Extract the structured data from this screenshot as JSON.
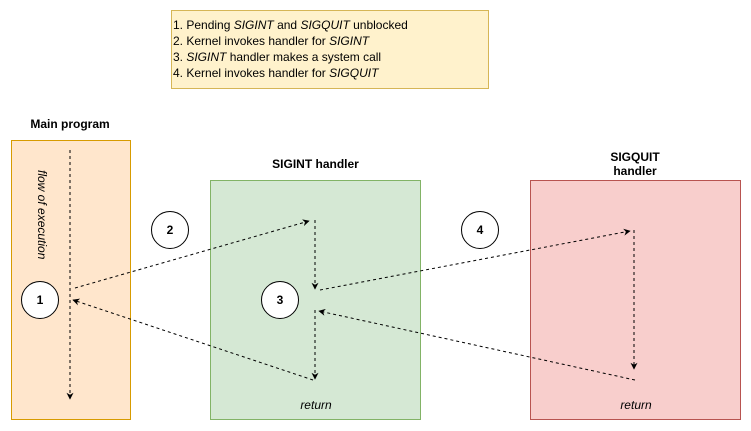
{
  "legend": {
    "lines": [
      [
        {
          "t": "1. Pending ",
          "i": false
        },
        {
          "t": "SIGINT",
          "i": true
        },
        {
          "t": " and ",
          "i": false
        },
        {
          "t": "SIGQUIT",
          "i": true
        },
        {
          "t": " unblocked",
          "i": false
        }
      ],
      [
        {
          "t": "2. Kernel invokes handler for ",
          "i": false
        },
        {
          "t": "SIGINT",
          "i": true
        }
      ],
      [
        {
          "t": "3. ",
          "i": false
        },
        {
          "t": "SIGINT",
          "i": true
        },
        {
          "t": " handler makes a system call",
          "i": false
        }
      ],
      [
        {
          "t": "4. Kernel invokes handler for ",
          "i": false
        },
        {
          "t": "SIGQUIT",
          "i": true
        }
      ]
    ]
  },
  "main_program": {
    "title": "Main program",
    "flow_label": "flow of execution"
  },
  "sigint_handler": {
    "title": "SIGINT handler",
    "return_label": "return"
  },
  "sigquit_handler": {
    "title_line1": "SIGQUIT",
    "title_line2": "handler",
    "return_label": "return"
  },
  "steps": {
    "one": "1",
    "two": "2",
    "three": "3",
    "four": "4"
  },
  "colors": {
    "main_fill": "#ffe6cc",
    "sigint_fill": "#d5e8d4",
    "sigquit_fill": "#f8cecc",
    "legend_fill": "#fff2cc"
  }
}
